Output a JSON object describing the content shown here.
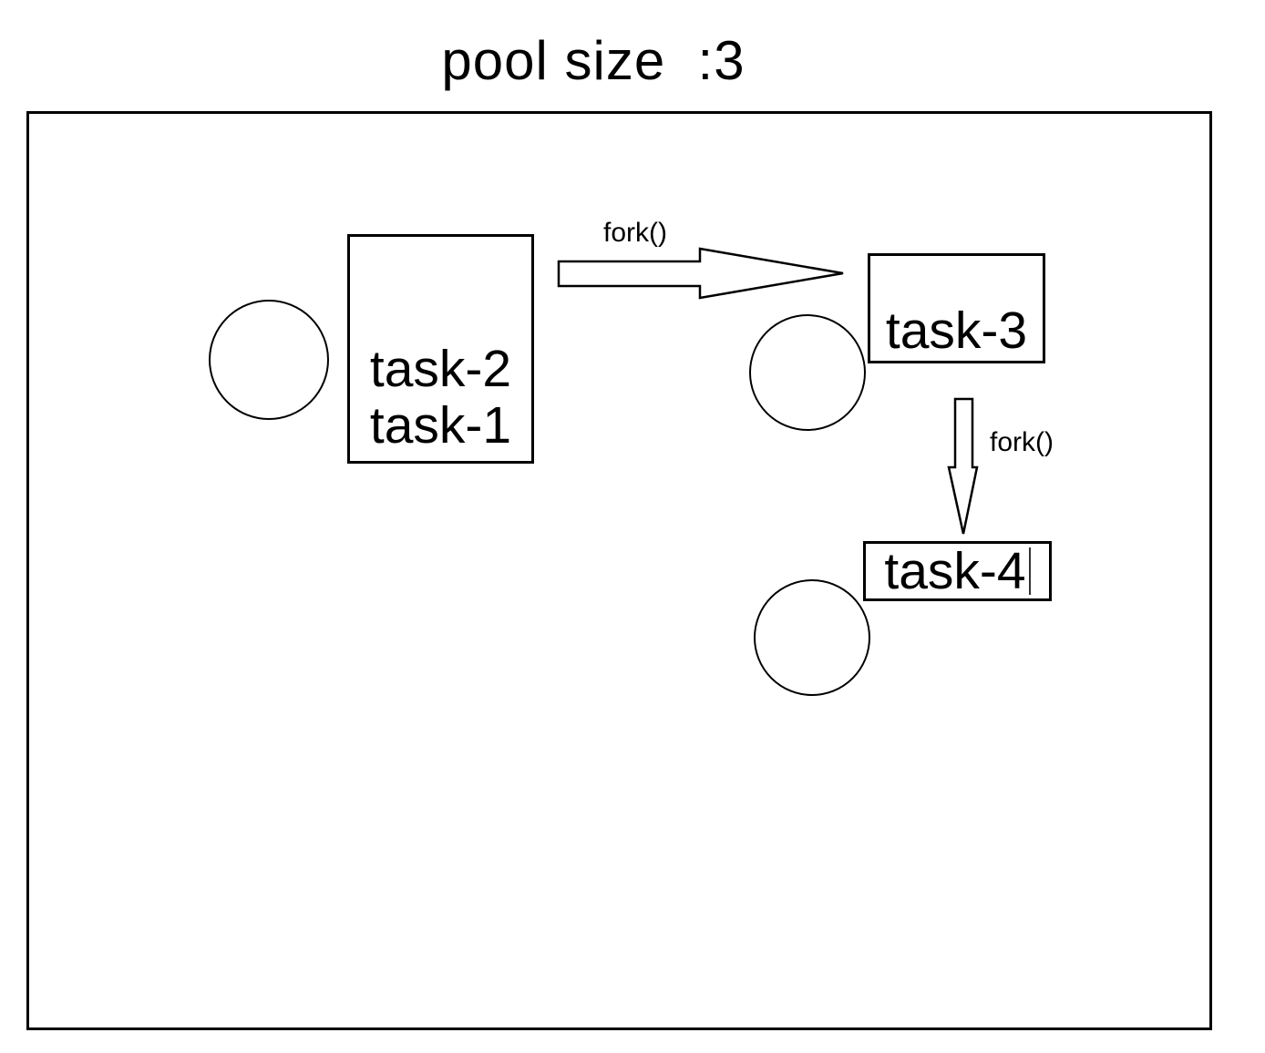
{
  "diagram": {
    "title": "pool size  :3",
    "queue_box": {
      "lines": [
        "task-2",
        "task-1"
      ]
    },
    "task3_box": {
      "label": "task-3"
    },
    "task4_box": {
      "label": "task-4"
    },
    "arrows": [
      {
        "label": "fork()",
        "direction": "right",
        "from": "queue_box",
        "to": "task3_box"
      },
      {
        "label": "fork()",
        "direction": "down",
        "from": "task3_box",
        "to": "task4_box"
      }
    ],
    "workers": {
      "count": 3,
      "shape": "circle"
    },
    "colors": {
      "ink": "#000000",
      "background": "#ffffff"
    }
  }
}
